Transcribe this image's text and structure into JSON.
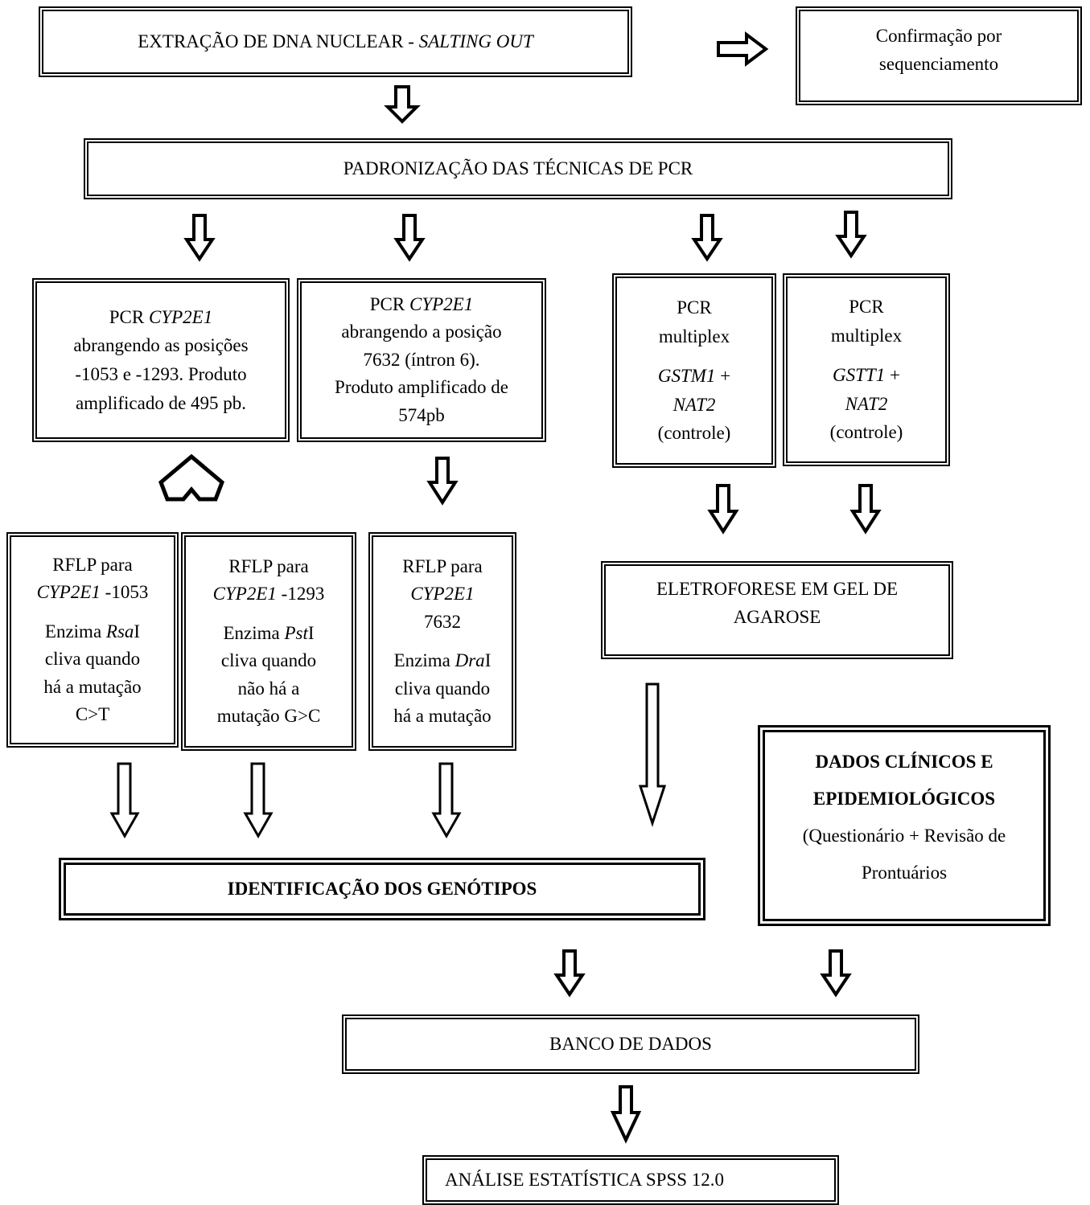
{
  "boxes": {
    "extracao": [
      "EXTRAÇÃO DE DNA NUCLEAR - ",
      "SALTING OUT"
    ],
    "confirmacao": [
      "Confirmação por",
      "sequenciamento"
    ],
    "padronizacao": "PADRONIZAÇÃO DAS TÉCNICAS DE  PCR",
    "pcr_1053": [
      "PCR ",
      "CYP2E1",
      "abrangendo as posições",
      "-1053 e -1293. Produto",
      "amplificado de 495 pb."
    ],
    "pcr_7632": [
      "PCR ",
      "CYP2E1",
      "abrangendo a posição",
      "7632 (íntron 6).",
      "Produto amplificado de",
      "574pb"
    ],
    "pcr_gstm1": [
      "PCR",
      "multiplex",
      "GSTM1",
      " +",
      "NAT2",
      "(controle)"
    ],
    "pcr_gstt1": [
      "PCR",
      "multiplex",
      "GSTT1",
      " +",
      "NAT2",
      "(controle)"
    ],
    "rflp_1053": [
      "RFLP para",
      "CYP2E1",
      " -1053",
      "Enzima  ",
      "Rsa",
      "I",
      "cliva quando",
      "há a mutação",
      "C>T"
    ],
    "rflp_1293": [
      "RFLP para",
      "CYP2E1",
      " -1293",
      "Enzima  ",
      "Pst",
      "I",
      "cliva quando",
      "não há a",
      "mutação G>C"
    ],
    "rflp_7632": [
      "RFLP para",
      "CYP2E1",
      "7632",
      "Enzima  ",
      "Dra",
      "I",
      "cliva quando",
      "há a mutação"
    ],
    "eletroforese": [
      "ELETROFORESE EM GEL DE",
      "AGAROSE"
    ],
    "dados_clinicos": [
      "DADOS CLÍNICOS E",
      "EPIDEMIOLÓGICOS",
      "(Questionário + Revisão de",
      "Prontuários"
    ],
    "identificacao": "IDENTIFICAÇÃO DOS GENÓTIPOS",
    "banco": "BANCO DE DADOS",
    "analise": "ANÁLISE ESTATÍSTICA SPSS 12.0"
  }
}
